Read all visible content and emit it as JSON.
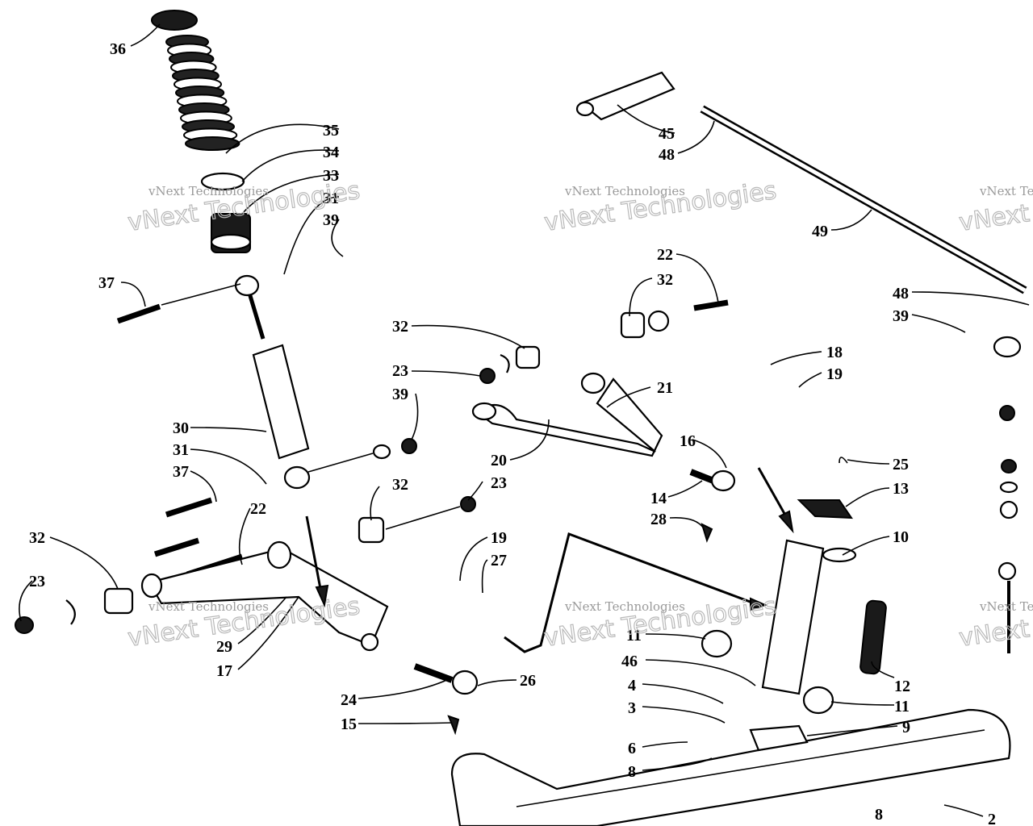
{
  "callouts": [
    "36",
    "35",
    "34",
    "33",
    "31",
    "39",
    "37",
    "30",
    "31",
    "37",
    "32",
    "22",
    "23",
    "29",
    "17",
    "32",
    "23",
    "39",
    "23",
    "32",
    "20",
    "22",
    "32",
    "21",
    "16",
    "14",
    "28",
    "18",
    "19",
    "25",
    "13",
    "10",
    "19",
    "27",
    "24",
    "26",
    "15",
    "11",
    "46",
    "4",
    "3",
    "6",
    "8",
    "12",
    "11",
    "9",
    "2",
    "8",
    "45",
    "48",
    "49",
    "48",
    "39"
  ],
  "watermarks": [
    {
      "small": "vNext Technologies",
      "big": "vNext Technologies"
    },
    {
      "small": "vNext Technologies",
      "big": "vNext Technologies"
    },
    {
      "small": "vNext Technologies",
      "big": "vNext Technologies"
    },
    {
      "small": "vNext Technologies",
      "big": "vNext Technologies"
    },
    {
      "small": "vNext Tec",
      "big": "vNext Techno"
    },
    {
      "small": "vNext Tec",
      "big": "vNext Techno"
    }
  ],
  "colors": {
    "ink": "#000000",
    "paper": "#ffffff",
    "watermark": "#9a9a9a"
  }
}
